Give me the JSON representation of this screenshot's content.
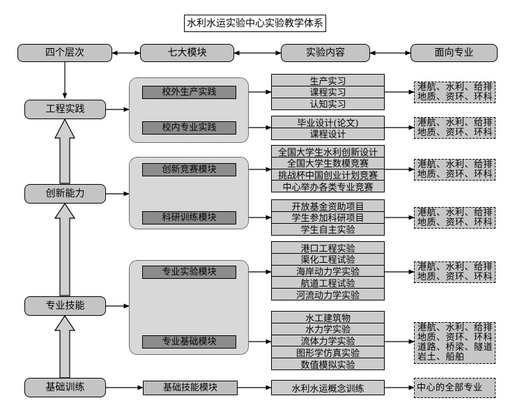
{
  "title": "水利水运实验中心实验教学体系",
  "headers": [
    "四个层次",
    "七大模块",
    "实验内容",
    "面向专业"
  ],
  "abilities": [
    "工程实践",
    "创新能力",
    "专业技能",
    "基础训练"
  ],
  "modules": [
    "校外生产实践",
    "校内专业实践",
    "创新竞赛模块",
    "科研训练模块",
    "专业实验模块",
    "专业基础模块",
    "基础技能模块"
  ],
  "contents": [
    [
      "生产实习",
      "课程实习",
      "认知实习"
    ],
    [
      "毕业设计(论文)",
      "课程设计"
    ],
    [
      "全国大学生水利创新设计",
      "全国大学生数模竞赛",
      "挑战杯中国创业计划竞赛",
      "中心举办各类专业竞赛"
    ],
    [
      "开放基金资助项目",
      "学生参加科研项目",
      "学生自主实验"
    ],
    [
      "港口工程实验",
      "渠化工程试验",
      "海岸动力学实验",
      "航道工程试验",
      "河流动力学实验"
    ],
    [
      "水工建筑物",
      "水力学实验",
      "流体力学实验",
      "图形学仿真实验",
      "数值模拟实验"
    ],
    [
      "水利水运概念训练"
    ]
  ],
  "majors": [
    [
      "港航、水利、给排",
      "地质、资环、环科"
    ],
    [
      "港航、水利、给排",
      "地质、资环、环科"
    ],
    [
      "港航、水利、给排",
      "地质、资环、环科"
    ],
    [
      "港航、水利、给排",
      "地质、资环、环科"
    ],
    [
      "港航、水利、给排",
      "地质、资环、环科"
    ],
    [
      "港航、水利、给排",
      "地质、资环、环科",
      "道路、桥梁、隧道",
      "岩土、船舶"
    ],
    [
      "中心的全部专业"
    ]
  ]
}
